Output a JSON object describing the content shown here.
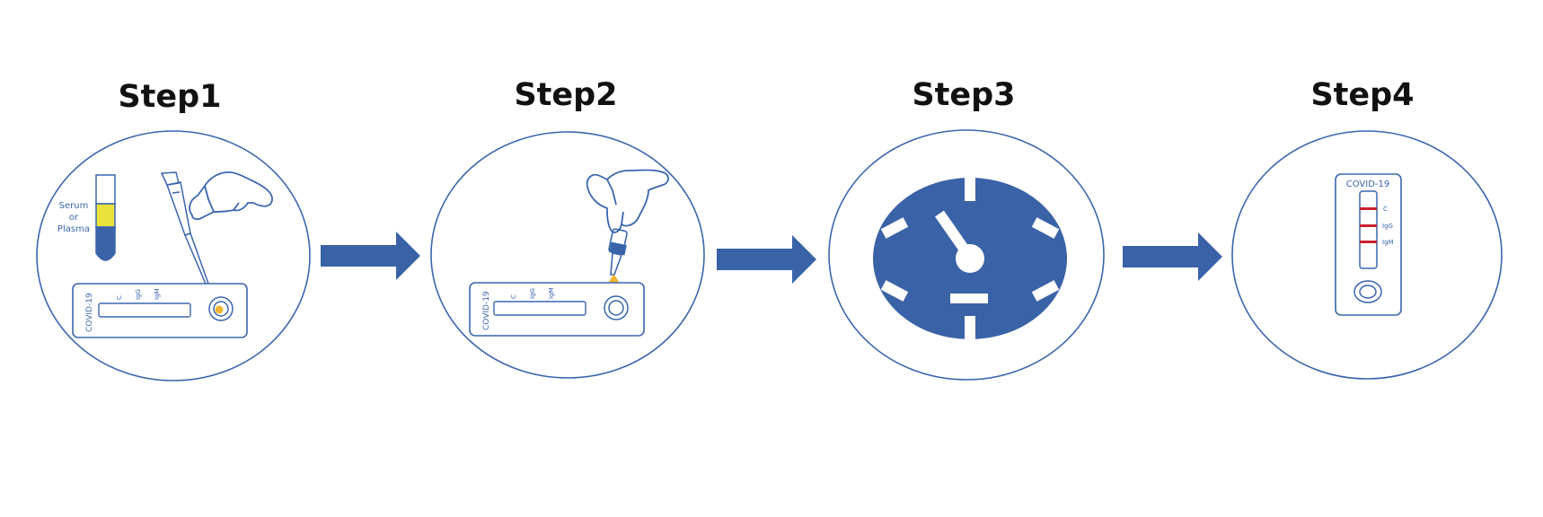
{
  "steps": [
    {
      "title": "Step1",
      "tube_label": [
        "Serum",
        "or",
        "Plasma"
      ],
      "cassette": {
        "brand": "COVID-19",
        "lines": [
          "C",
          "IgG",
          "IgM"
        ]
      }
    },
    {
      "title": "Step2",
      "cassette": {
        "brand": "COVID-19",
        "lines": [
          "C",
          "IgG",
          "IgM"
        ]
      }
    },
    {
      "title": "Step3"
    },
    {
      "title": "Step4",
      "cassette": {
        "brand": "COVID-19",
        "lines": [
          "C",
          "IgG",
          "IgM"
        ]
      }
    }
  ],
  "colors": {
    "outline": "#3a66ad",
    "fill": "#3a62a7",
    "serum": "#e8e23a",
    "sample_drop": "#f2b632",
    "result_line": "#c8202e"
  },
  "icons": [
    "test-tube-icon",
    "pipette-icon",
    "hand-icon",
    "dropper-icon",
    "timer-icon",
    "arrow-right-icon"
  ]
}
